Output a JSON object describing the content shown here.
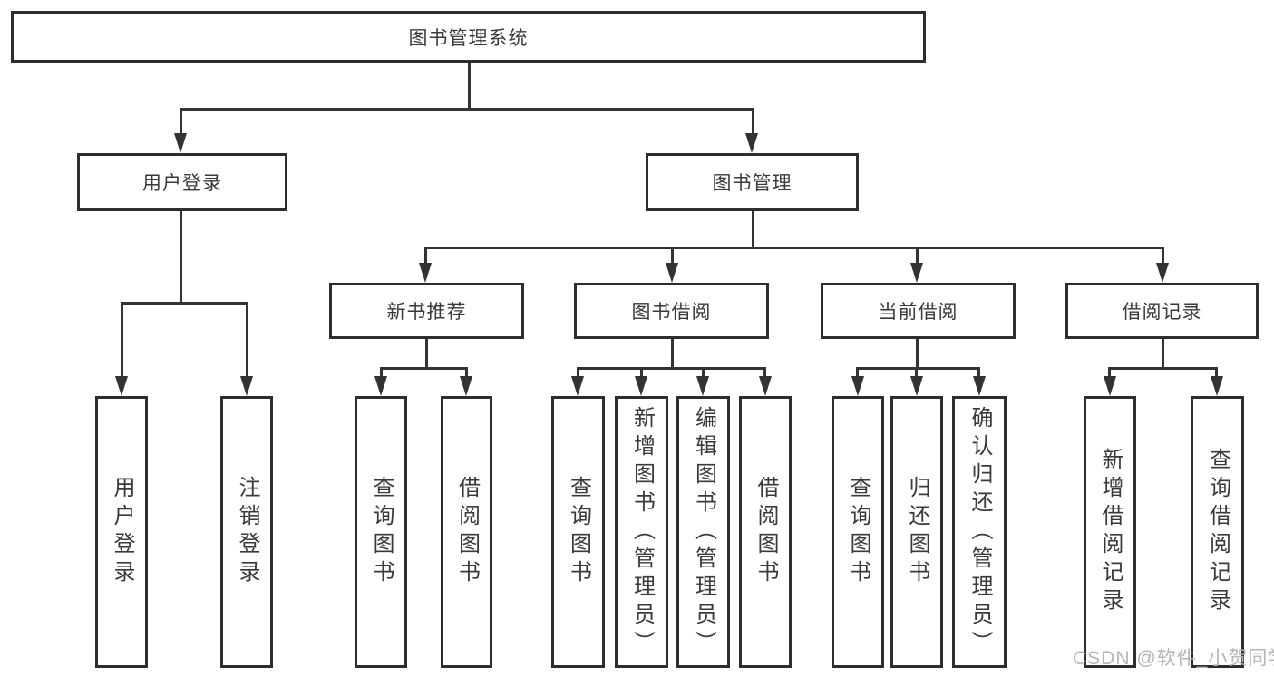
{
  "tree": {
    "root": "图书管理系统",
    "branches": [
      {
        "label": "用户登录",
        "children": [
          "用户登录",
          "注销登录"
        ]
      },
      {
        "label": "图书管理",
        "sections": [
          {
            "label": "新书推荐",
            "children": [
              "查询图书",
              "借阅图书"
            ]
          },
          {
            "label": "图书借阅",
            "children": [
              "查询图书",
              "新增图书（管理员）",
              "编辑图书（管理员）",
              "借阅图书"
            ]
          },
          {
            "label": "当前借阅",
            "children": [
              "查询图书",
              "归还图书",
              "确认归还（管理员）"
            ]
          },
          {
            "label": "借阅记录",
            "children": [
              "新增借阅记录",
              "查询借阅记录"
            ]
          }
        ]
      }
    ]
  },
  "watermark": {
    "text": "CSDN @软件_小贺同学"
  },
  "colors": {
    "line": "#333333",
    "border": "#2e2e2e",
    "text": "#3a3a3a",
    "watermark": "#b5b5b5",
    "bg": "#ffffff"
  }
}
